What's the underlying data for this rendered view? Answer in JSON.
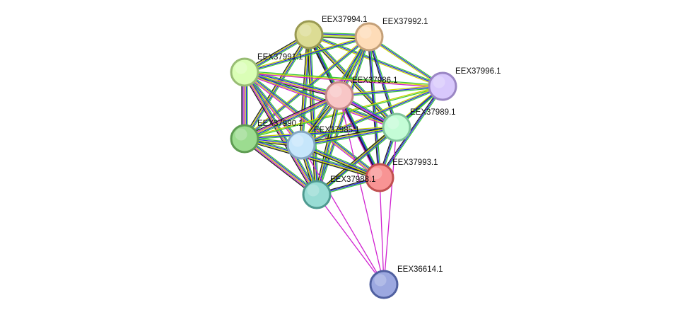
{
  "network": {
    "nodes": [
      {
        "id": "EEX37994.1",
        "label": "EEX37994.1",
        "fill": "#dcdc94",
        "stroke": "#9a9a52"
      },
      {
        "id": "EEX37992.1",
        "label": "EEX37992.1",
        "fill": "#fedcb8",
        "stroke": "#c4a078"
      },
      {
        "id": "EEX37991.1",
        "label": "EEX37991.1",
        "fill": "#dafeb6",
        "stroke": "#98bc74"
      },
      {
        "id": "EEX37996.1",
        "label": "EEX37996.1",
        "fill": "#d8c8fc",
        "stroke": "#9a86c4"
      },
      {
        "id": "EEX37986.1",
        "label": "EEX37986.1",
        "fill": "#f8c6c6",
        "stroke": "#c48888"
      },
      {
        "id": "EEX37989.1",
        "label": "EEX37989.1",
        "fill": "#c4fcd6",
        "stroke": "#80c49a"
      },
      {
        "id": "EEX37990.1",
        "label": "EEX37990.1",
        "fill": "#9cdc90",
        "stroke": "#5e9c52"
      },
      {
        "id": "EEX37985.1",
        "label": "EEX37985.1",
        "fill": "#c6e6fb",
        "stroke": "#84a6c2"
      },
      {
        "id": "EEX37993.1",
        "label": "EEX37993.1",
        "fill": "#f89494",
        "stroke": "#c05050"
      },
      {
        "id": "EEX37988.1",
        "label": "EEX37988.1",
        "fill": "#98dcd4",
        "stroke": "#4e9a90"
      },
      {
        "id": "EEX36614.1",
        "label": "EEX36614.1",
        "fill": "#9ca8e0",
        "stroke": "#5060a0"
      }
    ],
    "edge_colors": {
      "green": "#3cc83c",
      "blue": "#2828e8",
      "yellow": "#c8d400",
      "black": "#222222",
      "magenta": "#d020d0",
      "purple": "#7c3cc8",
      "cyan": "#30c8c8",
      "lime": "#90dc40"
    },
    "edges": [
      {
        "source": "EEX37994.1",
        "target": "EEX37992.1",
        "types": [
          "green",
          "blue",
          "yellow",
          "lime",
          "black"
        ]
      },
      {
        "source": "EEX37994.1",
        "target": "EEX37991.1",
        "types": [
          "green",
          "blue",
          "yellow",
          "black"
        ]
      },
      {
        "source": "EEX37994.1",
        "target": "EEX37986.1",
        "types": [
          "green",
          "blue",
          "yellow",
          "black"
        ]
      },
      {
        "source": "EEX37994.1",
        "target": "EEX37996.1",
        "types": [
          "green",
          "blue",
          "yellow"
        ]
      },
      {
        "source": "EEX37994.1",
        "target": "EEX37989.1",
        "types": [
          "green",
          "blue",
          "yellow",
          "black"
        ]
      },
      {
        "source": "EEX37994.1",
        "target": "EEX37990.1",
        "types": [
          "green",
          "blue",
          "yellow",
          "black"
        ]
      },
      {
        "source": "EEX37994.1",
        "target": "EEX37985.1",
        "types": [
          "green",
          "blue",
          "yellow",
          "black"
        ]
      },
      {
        "source": "EEX37994.1",
        "target": "EEX37993.1",
        "types": [
          "green",
          "blue",
          "black"
        ]
      },
      {
        "source": "EEX37994.1",
        "target": "EEX37988.1",
        "types": [
          "green",
          "blue",
          "yellow",
          "black"
        ]
      },
      {
        "source": "EEX37992.1",
        "target": "EEX37991.1",
        "types": [
          "green",
          "blue",
          "yellow"
        ]
      },
      {
        "source": "EEX37992.1",
        "target": "EEX37986.1",
        "types": [
          "green",
          "blue",
          "yellow",
          "black"
        ]
      },
      {
        "source": "EEX37992.1",
        "target": "EEX37996.1",
        "types": [
          "green",
          "blue",
          "yellow"
        ]
      },
      {
        "source": "EEX37992.1",
        "target": "EEX37989.1",
        "types": [
          "green",
          "blue",
          "black"
        ]
      },
      {
        "source": "EEX37992.1",
        "target": "EEX37990.1",
        "types": [
          "green",
          "blue",
          "yellow"
        ]
      },
      {
        "source": "EEX37992.1",
        "target": "EEX37985.1",
        "types": [
          "green",
          "blue",
          "yellow"
        ]
      },
      {
        "source": "EEX37992.1",
        "target": "EEX37993.1",
        "types": [
          "green",
          "blue",
          "black"
        ]
      },
      {
        "source": "EEX37992.1",
        "target": "EEX37988.1",
        "types": [
          "green",
          "blue",
          "yellow"
        ]
      },
      {
        "source": "EEX37991.1",
        "target": "EEX37986.1",
        "types": [
          "green",
          "blue",
          "yellow",
          "magenta",
          "black"
        ]
      },
      {
        "source": "EEX37991.1",
        "target": "EEX37996.1",
        "types": [
          "green",
          "yellow",
          "magenta"
        ]
      },
      {
        "source": "EEX37991.1",
        "target": "EEX37989.1",
        "types": [
          "green",
          "blue",
          "yellow",
          "magenta"
        ]
      },
      {
        "source": "EEX37991.1",
        "target": "EEX37990.1",
        "types": [
          "green",
          "blue",
          "yellow",
          "magenta",
          "purple",
          "black"
        ]
      },
      {
        "source": "EEX37991.1",
        "target": "EEX37985.1",
        "types": [
          "green",
          "blue",
          "yellow",
          "magenta"
        ]
      },
      {
        "source": "EEX37991.1",
        "target": "EEX37993.1",
        "types": [
          "green",
          "blue",
          "yellow",
          "magenta"
        ]
      },
      {
        "source": "EEX37991.1",
        "target": "EEX37988.1",
        "types": [
          "green",
          "blue",
          "yellow",
          "magenta",
          "black"
        ]
      },
      {
        "source": "EEX37996.1",
        "target": "EEX37986.1",
        "types": [
          "green",
          "blue",
          "yellow"
        ]
      },
      {
        "source": "EEX37996.1",
        "target": "EEX37989.1",
        "types": [
          "green",
          "blue",
          "black"
        ]
      },
      {
        "source": "EEX37996.1",
        "target": "EEX37990.1",
        "types": [
          "green",
          "yellow"
        ]
      },
      {
        "source": "EEX37996.1",
        "target": "EEX37985.1",
        "types": [
          "green",
          "blue",
          "yellow"
        ]
      },
      {
        "source": "EEX37996.1",
        "target": "EEX37993.1",
        "types": [
          "green",
          "blue",
          "black"
        ]
      },
      {
        "source": "EEX37996.1",
        "target": "EEX37988.1",
        "types": [
          "green",
          "blue",
          "yellow"
        ]
      },
      {
        "source": "EEX37986.1",
        "target": "EEX37989.1",
        "types": [
          "green",
          "blue",
          "magenta",
          "black"
        ]
      },
      {
        "source": "EEX37986.1",
        "target": "EEX37990.1",
        "types": [
          "green",
          "blue",
          "yellow",
          "magenta",
          "black"
        ]
      },
      {
        "source": "EEX37986.1",
        "target": "EEX37985.1",
        "types": [
          "green",
          "blue",
          "yellow",
          "black"
        ]
      },
      {
        "source": "EEX37986.1",
        "target": "EEX37993.1",
        "types": [
          "green",
          "blue",
          "black",
          "magenta"
        ]
      },
      {
        "source": "EEX37986.1",
        "target": "EEX37988.1",
        "types": [
          "green",
          "blue",
          "yellow",
          "black"
        ]
      },
      {
        "source": "EEX37986.1",
        "target": "EEX36614.1",
        "types": [
          "magenta"
        ]
      },
      {
        "source": "EEX37989.1",
        "target": "EEX37990.1",
        "types": [
          "green",
          "blue",
          "yellow"
        ]
      },
      {
        "source": "EEX37989.1",
        "target": "EEX37985.1",
        "types": [
          "green",
          "blue",
          "yellow",
          "black"
        ]
      },
      {
        "source": "EEX37989.1",
        "target": "EEX37993.1",
        "types": [
          "green",
          "blue",
          "black"
        ]
      },
      {
        "source": "EEX37989.1",
        "target": "EEX37988.1",
        "types": [
          "green",
          "blue",
          "yellow",
          "black"
        ]
      },
      {
        "source": "EEX37989.1",
        "target": "EEX36614.1",
        "types": [
          "magenta"
        ]
      },
      {
        "source": "EEX37990.1",
        "target": "EEX37985.1",
        "types": [
          "green",
          "blue",
          "yellow",
          "black"
        ]
      },
      {
        "source": "EEX37990.1",
        "target": "EEX37993.1",
        "types": [
          "green",
          "blue",
          "yellow",
          "black"
        ]
      },
      {
        "source": "EEX37990.1",
        "target": "EEX37988.1",
        "types": [
          "green",
          "blue",
          "yellow",
          "magenta",
          "black"
        ]
      },
      {
        "source": "EEX37985.1",
        "target": "EEX37993.1",
        "types": [
          "green",
          "blue",
          "yellow",
          "black"
        ]
      },
      {
        "source": "EEX37985.1",
        "target": "EEX37988.1",
        "types": [
          "green",
          "blue",
          "yellow",
          "black"
        ]
      },
      {
        "source": "EEX37985.1",
        "target": "EEX36614.1",
        "types": [
          "magenta"
        ]
      },
      {
        "source": "EEX37993.1",
        "target": "EEX37988.1",
        "types": [
          "green",
          "blue",
          "black"
        ]
      },
      {
        "source": "EEX37993.1",
        "target": "EEX36614.1",
        "types": [
          "magenta"
        ]
      },
      {
        "source": "EEX37988.1",
        "target": "EEX36614.1",
        "types": [
          "magenta"
        ]
      }
    ]
  }
}
